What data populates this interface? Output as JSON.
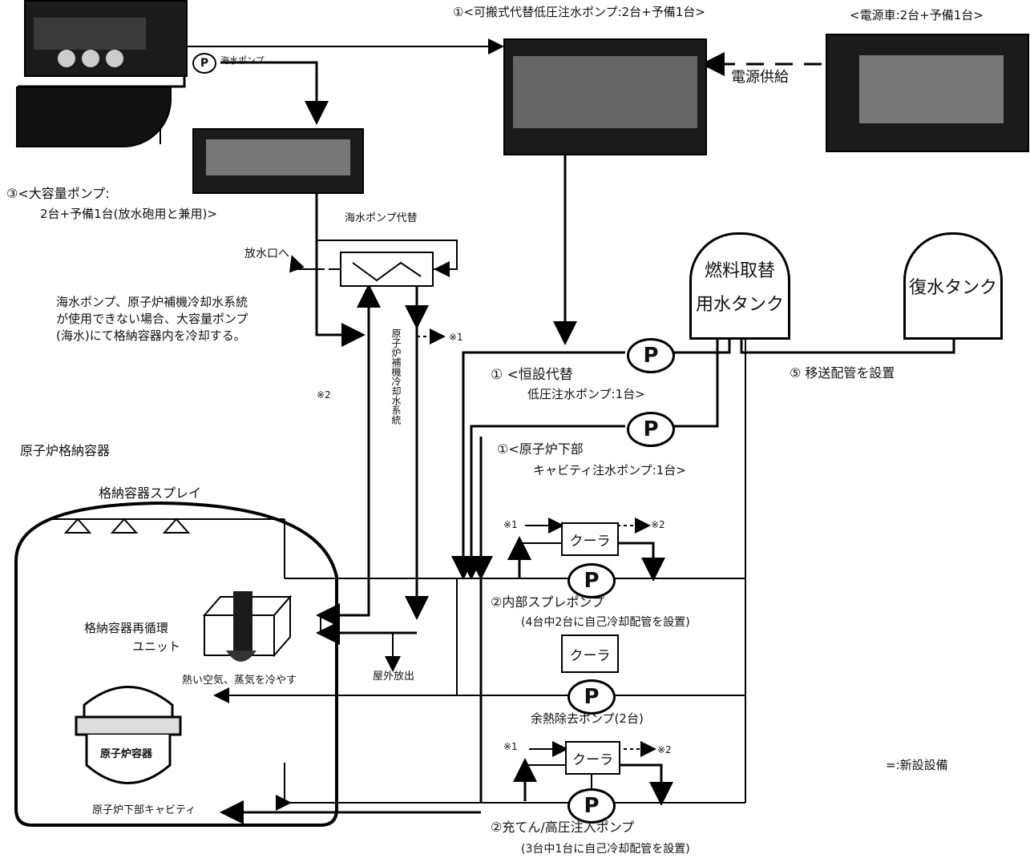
{
  "labels": {
    "portable_pump": "①<可搬式代替低圧注水ポンプ:2台+予備1台>",
    "power_car": "<電源車:2台+予備1台>",
    "power_supply": "電源供給",
    "sea_pump": "海水ポンプ",
    "large_pump_line1": "③<大容量ポンプ:",
    "large_pump_line2": "2台+予備1台(放水砲用と兼用)>",
    "sea_pump_alt": "海水ポンプ代替",
    "discharge_outlet": "放水口へ",
    "note_line1": "海水ポンプ、原子炉補機冷却水系統",
    "note_line2": "が使用できない場合、大容量ポンプ",
    "note_line3": "(海水)にて格納容器内を冷却する。",
    "ccw_system": "原子炉補機冷却水系統",
    "ref1": "※1",
    "ref2": "※2",
    "fuel_tank_line1": "燃料取替",
    "fuel_tank_line2": "用水タンク",
    "condensate_tank": "復水タンク",
    "permanent_pump_line1": "① <恒設代替",
    "permanent_pump_line2": "低圧注水ポンプ:1台>",
    "transfer_pipe": "⑤ 移送配管を設置",
    "cavity_pump_line1": "①<原子炉下部",
    "cavity_pump_line2": "キャビティ注水ポンプ:1台>",
    "containment": "原子炉格納容器",
    "spray": "格納容器スプレイ",
    "cooler": "クーラ",
    "internal_spray_line1": "②内部スプレポンプ",
    "internal_spray_line2": "(4台中2台に自己冷却配管を設置)",
    "recirc_unit_line1": "格納容器再循環",
    "recirc_unit_line2": "ユニット",
    "hot_air": "熱い空気、蒸気を冷やす",
    "outdoor_release": "屋外放出",
    "rhr_pump": "余熱除去ポンプ(2台)",
    "reactor_vessel": "原子炉容器",
    "reactor_cavity": "原子炉下部キャビティ",
    "charging_line1": "②充てん/高圧注入ポンプ",
    "charging_line2": "(3台中1台に自己冷却配管を設置)",
    "legend": "=:新設設備",
    "p": "P"
  }
}
